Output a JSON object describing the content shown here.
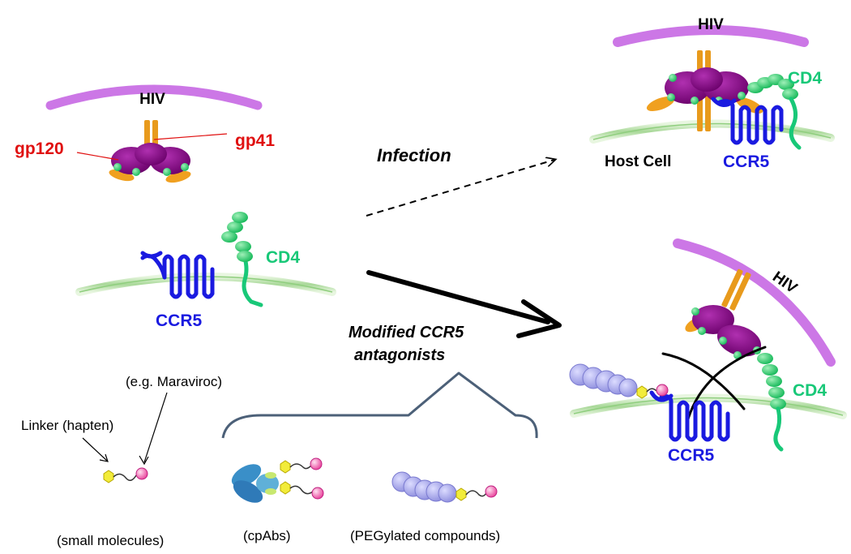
{
  "panel_left": {
    "virus_label": "HIV",
    "gp120_label": "gp120",
    "gp41_label": "gp41",
    "ccr5_label": "CCR5",
    "cd4_label": "CD4"
  },
  "arrows": {
    "infection_label": "Infection",
    "antagonist_label_line1": "Modified CCR5",
    "antagonist_label_line2": "antagonists"
  },
  "panel_infection": {
    "virus_label": "HIV",
    "cd4_label": "CD4",
    "host_cell_label": "Host Cell",
    "ccr5_label": "CCR5"
  },
  "panel_blocked": {
    "virus_label": "HIV",
    "cd4_label": "CD4",
    "ccr5_label": "CCR5"
  },
  "molecules": {
    "example_label": "(e.g. Maraviroc)",
    "linker_label": "Linker (hapten)",
    "small_molecules_label": "(small molecules)",
    "cpabs_label": "(cpAbs)",
    "pegylated_label": "(PEGylated compounds)"
  },
  "colors": {
    "virus_membrane": "#cc77e6",
    "envelope": "#800080",
    "gp41_stalk": "#e89a1c",
    "orange_lobe": "#f0a020",
    "green_dot": "#2ed36a",
    "ccr5": "#1a1ae0",
    "cd4": "#18c878",
    "cell_membrane": "#bfe4b0",
    "label_red": "#e01010",
    "peg_bead": "#a6a6ec",
    "linker_hex": "#f2ec3a",
    "drug_pink": "#f070b8",
    "bracket": "#4c6078"
  }
}
